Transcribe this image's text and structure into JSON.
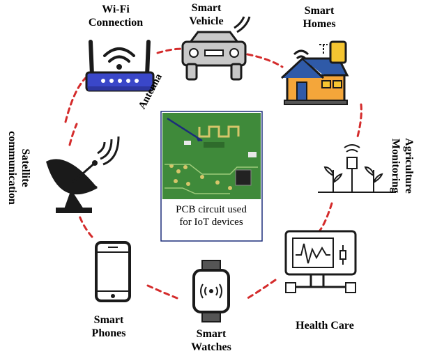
{
  "center": {
    "antenna_label": "Antenna",
    "caption_line1": "PCB circuit used",
    "caption_line2": "for IoT devices"
  },
  "nodes": {
    "wifi": [
      "Wi-Fi",
      "Connection"
    ],
    "vehicle": [
      "Smart",
      "Vehicle"
    ],
    "homes": [
      "Smart",
      "Homes"
    ],
    "agriculture": [
      "Agriculture",
      "Monitoring"
    ],
    "health": [
      "Health Care"
    ],
    "watches": [
      "Smart",
      "Watches"
    ],
    "phones": [
      "Smart",
      "Phones"
    ],
    "satellite": [
      "Satellite",
      "communication"
    ]
  },
  "colors": {
    "ring": "#d42b2b",
    "icon_stroke": "#1a1a1a",
    "icon_grey": "#c8c8c8",
    "router_blue": "#3a47c9",
    "pcb_green": "#3f8a3a",
    "house_orange": "#f4a63a",
    "house_blue": "#2f5aa8",
    "phone_yellow": "#f5c531",
    "arrow_navy": "#1c2d7a"
  }
}
